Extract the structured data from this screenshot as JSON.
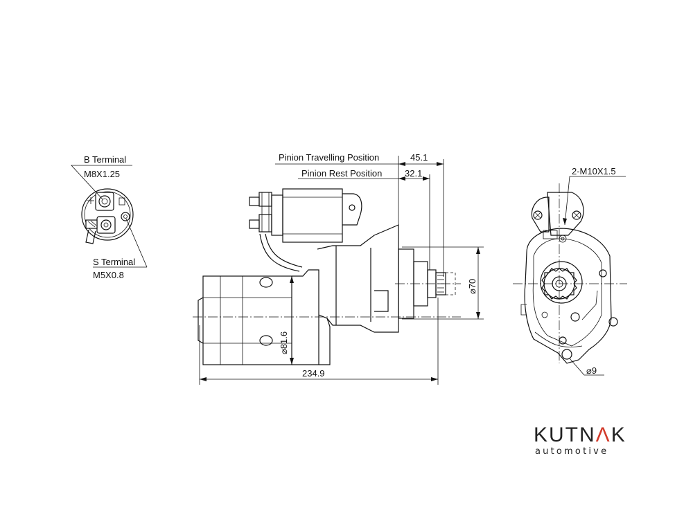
{
  "labels": {
    "b_terminal": "B Terminal",
    "b_thread": "M8X1.25",
    "s_terminal": "S Terminal",
    "s_thread": "M5X0.8",
    "pinion_travelling": "Pinion Travelling Position",
    "pinion_travelling_dim": "45.1",
    "pinion_rest": "Pinion Rest Position",
    "pinion_rest_dim": "32.1",
    "mount_thread": "2-M10X1.5",
    "length_dim": "234.9",
    "body_dia": "⌀81.6",
    "nose_dia": "⌀70",
    "hole_dia": "⌀9"
  },
  "logo": {
    "brand_prefix": "KUTN",
    "brand_accent": "Λ",
    "brand_suffix": "K",
    "tagline": "automotive"
  },
  "colors": {
    "line": "#111111",
    "accent": "#d23a2a"
  }
}
